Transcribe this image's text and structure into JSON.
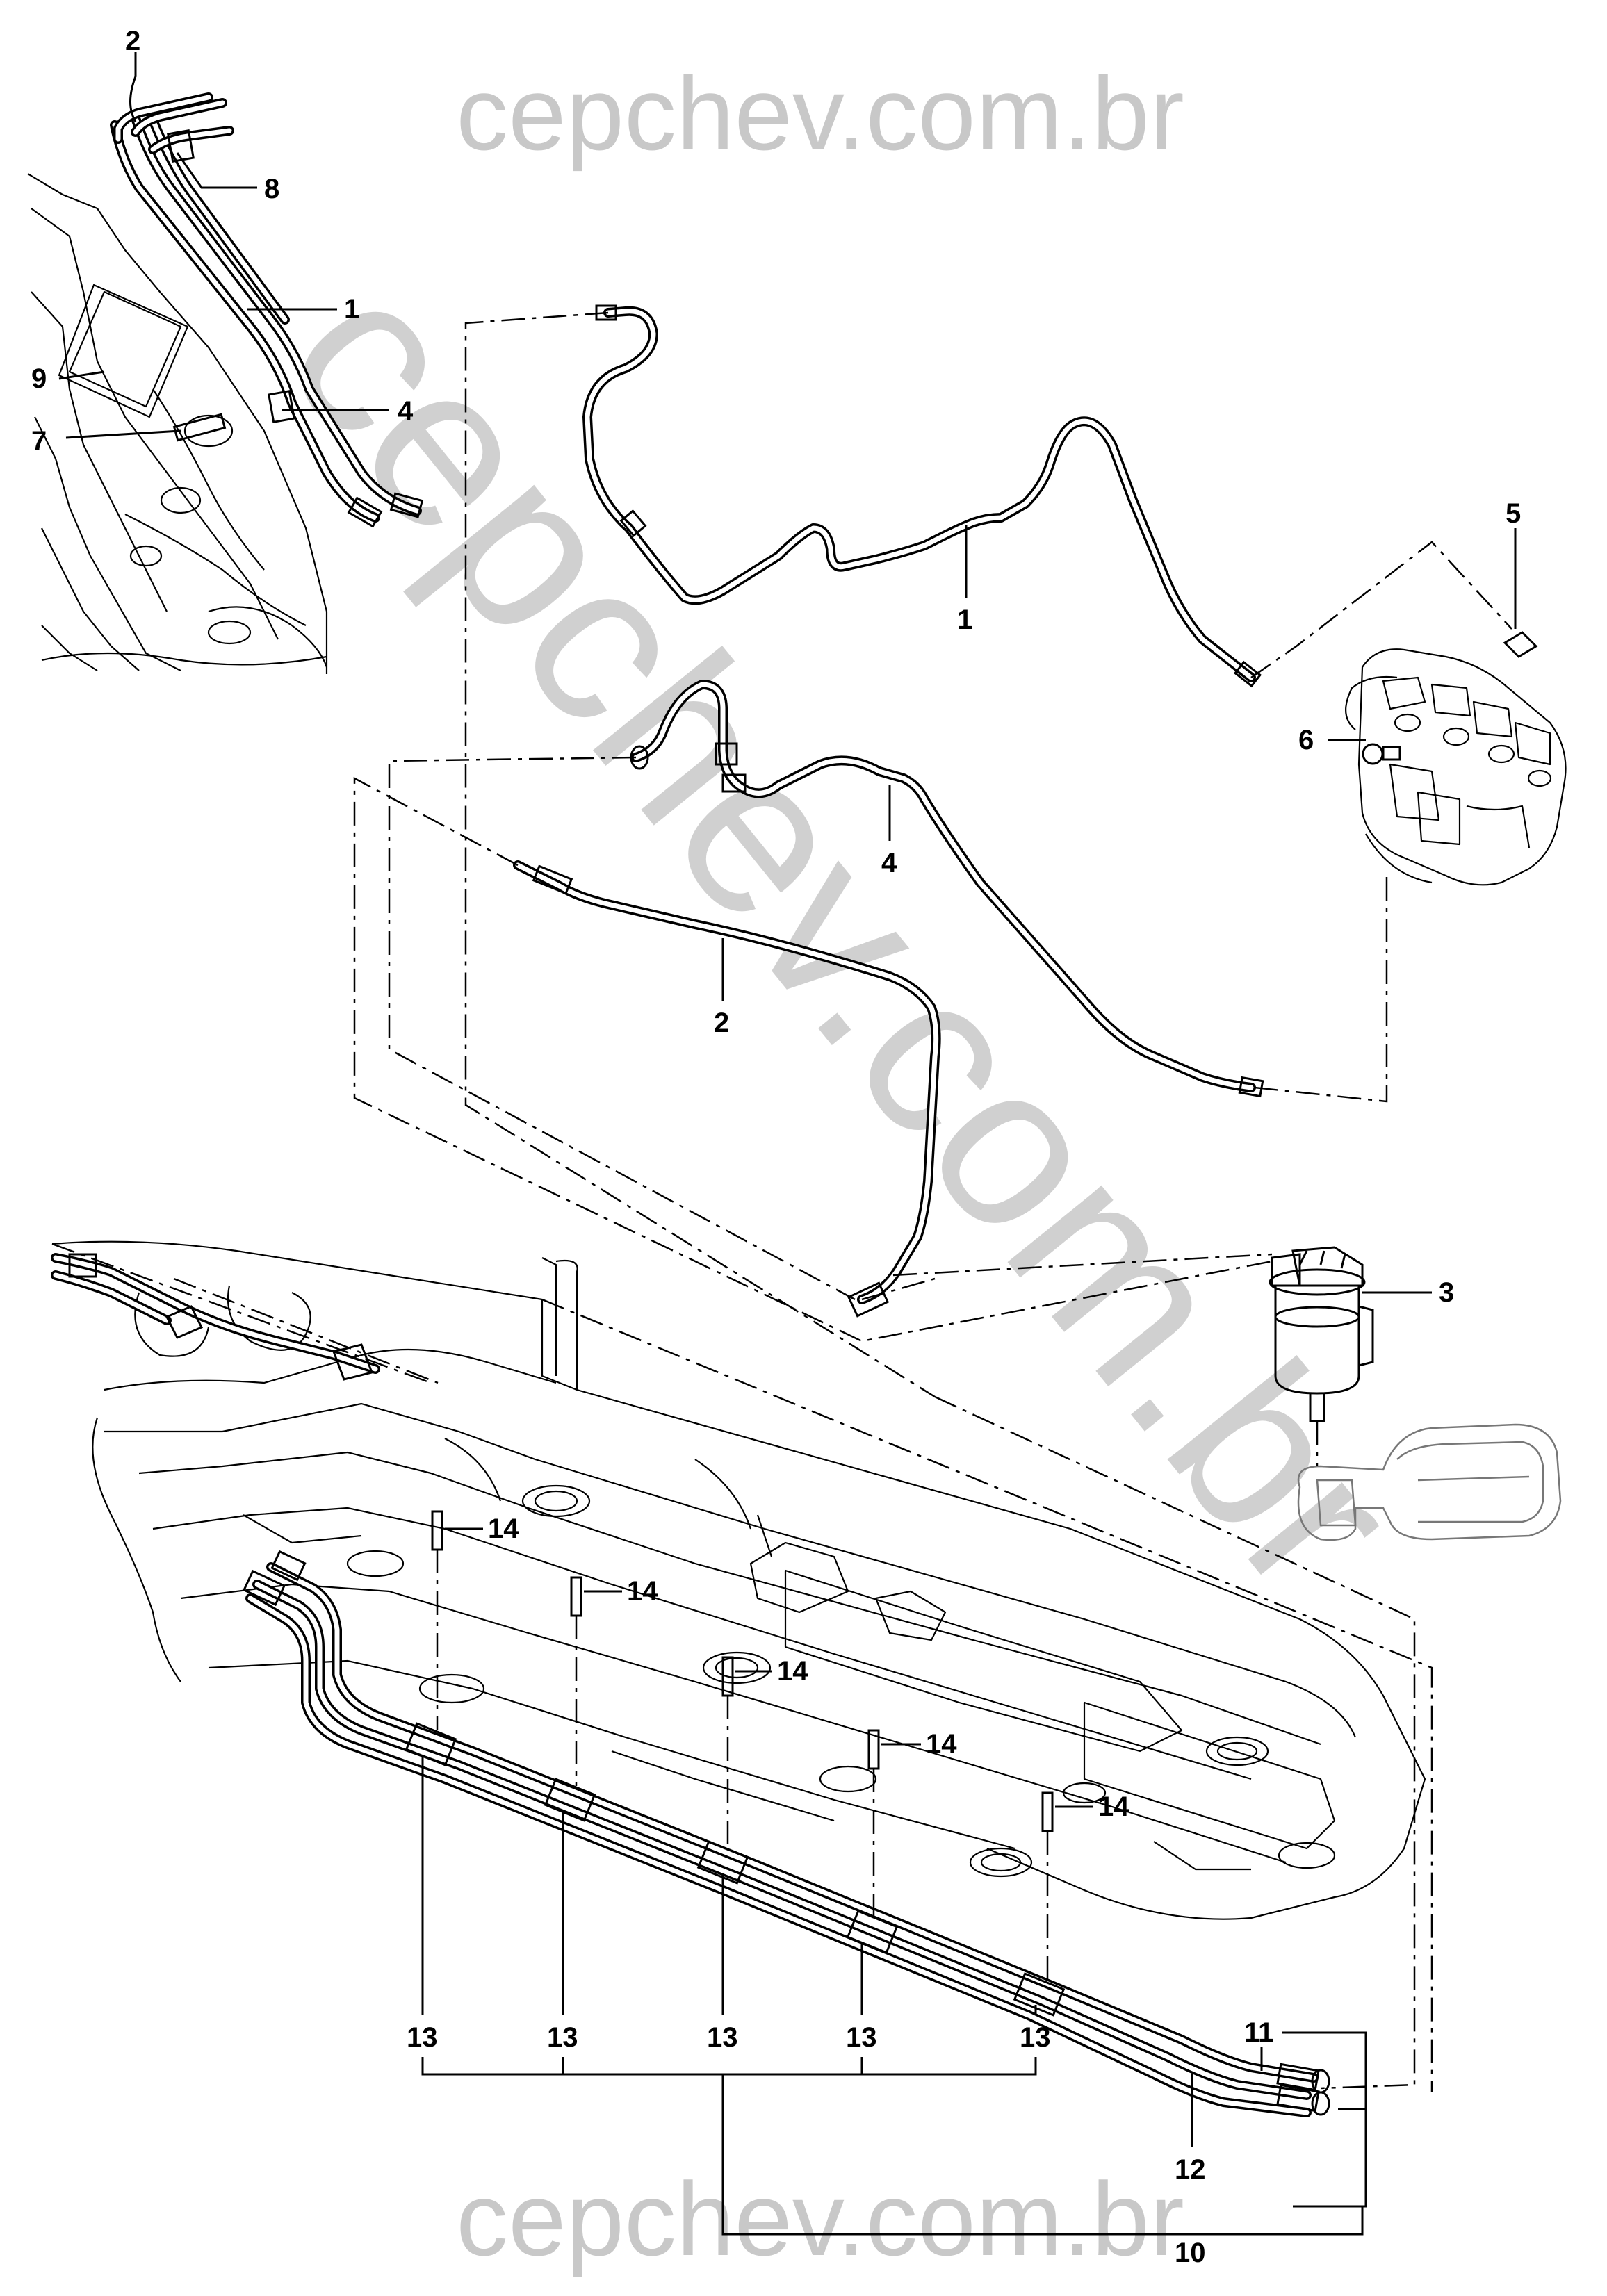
{
  "watermark": {
    "top": "cepchev.com.br",
    "bottom": "cepchev.com.br",
    "diagonal": "cepchev.com.br",
    "color": "#c8c8c8"
  },
  "callouts": [
    {
      "id": "c2-top",
      "text": "2"
    },
    {
      "id": "c8",
      "text": "8"
    },
    {
      "id": "c1-inset",
      "text": "1"
    },
    {
      "id": "c9",
      "text": "9"
    },
    {
      "id": "c4-inset",
      "text": "4"
    },
    {
      "id": "c7",
      "text": "7"
    },
    {
      "id": "c1",
      "text": "1"
    },
    {
      "id": "c5",
      "text": "5"
    },
    {
      "id": "c6",
      "text": "6"
    },
    {
      "id": "c4",
      "text": "4"
    },
    {
      "id": "c2",
      "text": "2"
    },
    {
      "id": "c3",
      "text": "3"
    },
    {
      "id": "c14a",
      "text": "14"
    },
    {
      "id": "c14b",
      "text": "14"
    },
    {
      "id": "c14c",
      "text": "14"
    },
    {
      "id": "c14d",
      "text": "14"
    },
    {
      "id": "c14e",
      "text": "14"
    },
    {
      "id": "c13a",
      "text": "13"
    },
    {
      "id": "c13b",
      "text": "13"
    },
    {
      "id": "c13c",
      "text": "13"
    },
    {
      "id": "c13d",
      "text": "13"
    },
    {
      "id": "c13e",
      "text": "13"
    },
    {
      "id": "c11",
      "text": "11"
    },
    {
      "id": "c12",
      "text": "12"
    },
    {
      "id": "c10",
      "text": "10"
    }
  ]
}
